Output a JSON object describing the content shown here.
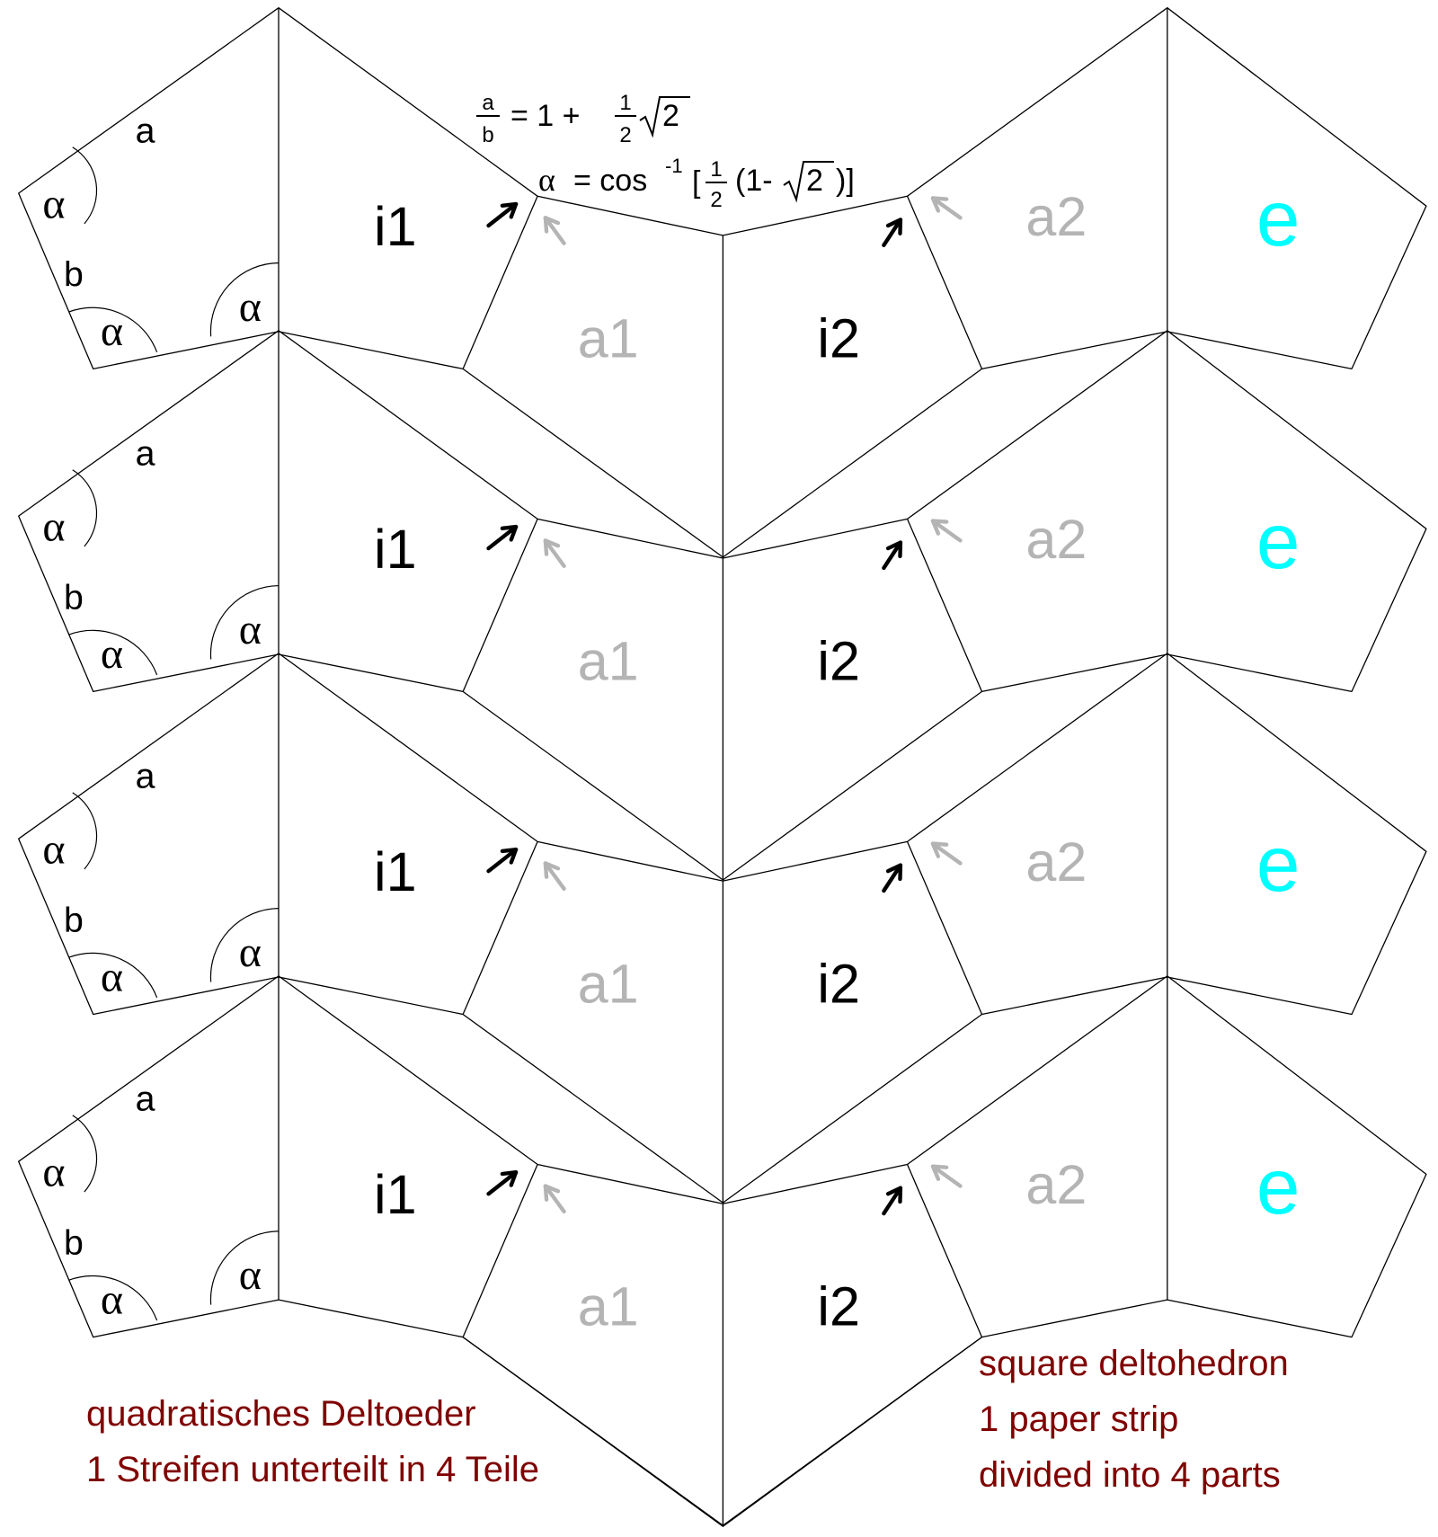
{
  "labels": {
    "i1": "i1",
    "i2": "i2",
    "a1": "a1",
    "a2": "a2",
    "e": "e",
    "side_a": "a",
    "side_b": "b",
    "angle": "α"
  },
  "formula": {
    "ratio_num": "a",
    "ratio_den": "b",
    "ratio_rhs": "= 1 +",
    "half_num": "1",
    "half_den": "2",
    "sqrt_arg": "2",
    "alpha": "α",
    "alpha_eq": "= cos",
    "inv_exp": "-1",
    "open_bracket": "[",
    "paren_inner": "(1-",
    "close_paren": ")]"
  },
  "caption_de": {
    "line1": "quadratisches Deltoeder",
    "line2": "1 Streifen unterteilt in 4 Teile"
  },
  "caption_en": {
    "line1": "square deltohedron",
    "line2": "1 paper strip",
    "line3": "divided into 4 parts"
  },
  "colors": {
    "stripe": "#00ffff",
    "active_label": "#000000",
    "passive_label": "#b4b4b4",
    "caption": "#800000",
    "circle": "#ffffff"
  }
}
